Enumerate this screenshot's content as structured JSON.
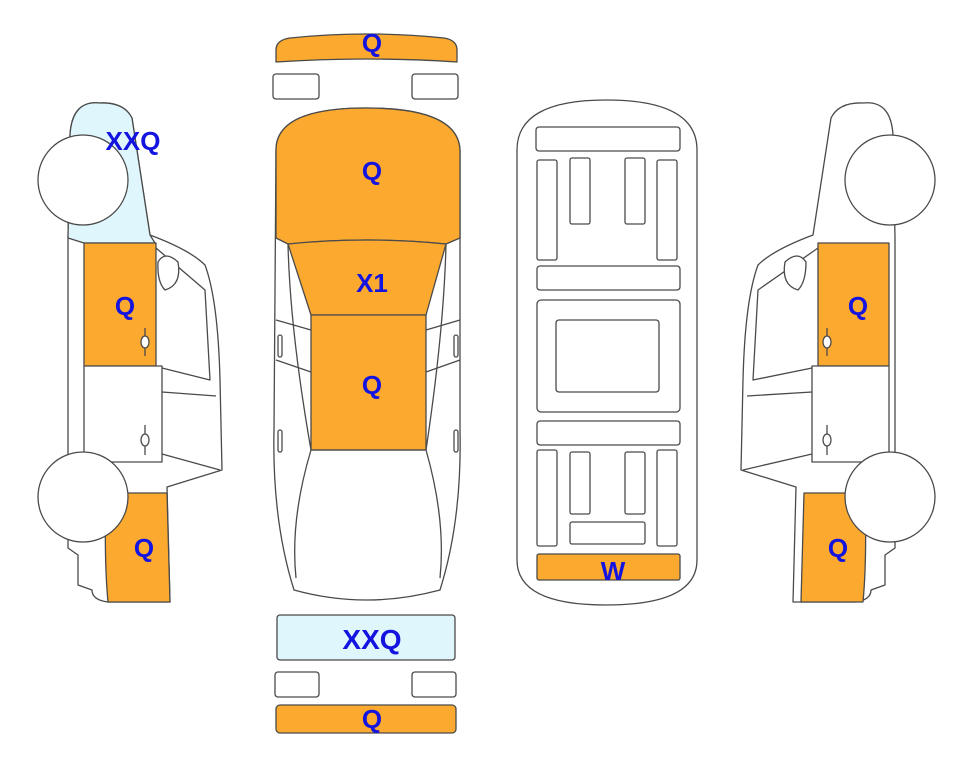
{
  "colors": {
    "damage": "#fba92f",
    "repaint": "#e0f6fd",
    "outline": "#4a4a4a",
    "label": "#1414e0",
    "fill": "#ffffff"
  },
  "labels": {
    "front_bumper": "Q",
    "hood": "Q",
    "windshield": "X1",
    "roof": "Q",
    "rear_glass": "XXQ",
    "rear_bumper": "Q",
    "underbody_rear": "W",
    "left_front_fender": "XXQ",
    "left_front_door": "Q",
    "left_rear_quarter": "Q",
    "right_front_door": "Q",
    "right_rear_quarter": "Q"
  }
}
